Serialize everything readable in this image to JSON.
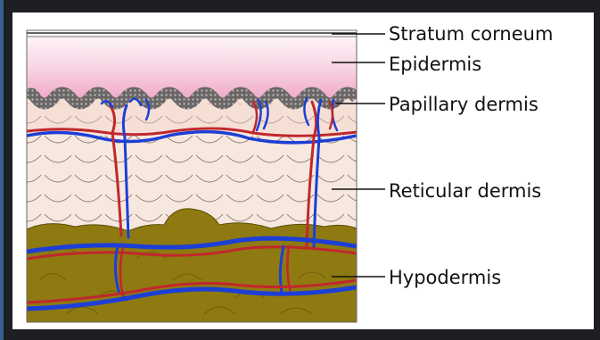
{
  "labels": {
    "stratum_corneum": "Stratum corneum",
    "epidermis": "Epidermis",
    "papillary_dermis": "Papillary dermis",
    "reticular_dermis": "Reticular dermis",
    "hypodermis": "Hypodermis"
  },
  "colors": {
    "epidermis": "#f4b9cf",
    "papillary": "#f6e2d8",
    "reticular": "#f7e8df",
    "hypodermis": "#8e7a10",
    "hypodermis_lobule": "#9c8616",
    "artery": "#c1272d",
    "vein": "#1d3fd6",
    "border": "#666666"
  }
}
